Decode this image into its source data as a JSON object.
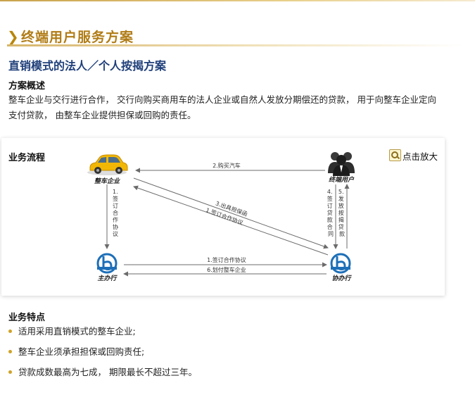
{
  "header": {
    "section_title": "终端用户服务方案"
  },
  "page": {
    "subtitle": "直销模式的法人／个人按揭方案",
    "overview_heading": "方案概述",
    "overview_text": "整车企业与交行进行合作， 交行向购买商用车的法人企业或自然人发放分期偿还的贷款， 用于向整车企业定向支付贷款， 由整车企业提供担保或回购的责任。"
  },
  "flow": {
    "heading": "业务流程",
    "zoom_label": "点击放大",
    "nodes": {
      "company": "整车企业",
      "end_user": "终端用户",
      "main_bank": "主办行",
      "co_bank": "协办行"
    },
    "edges": {
      "buy_car": "2.购买汽车",
      "company_main_vertical": [
        "1.",
        "签",
        "订",
        "合",
        "作",
        "协",
        "议"
      ],
      "guarantee": "3.出具担保函",
      "sign_coop_diag": "1.签订合作协议",
      "user_loan_contract": [
        "4.",
        "签",
        "订",
        "贷",
        "款",
        "合",
        "同"
      ],
      "user_mortgage_loan": [
        "5.",
        "发",
        "放",
        "按",
        "揭",
        "贷",
        "款"
      ],
      "sign_coop_bottom": "1.签订合作协议",
      "transfer": "6.划付整车企业"
    }
  },
  "features": {
    "heading": "业务特点",
    "items": [
      "适用采用直销模式的整车企业;",
      "整车企业须承担担保或回购责任;",
      "贷款成数最高为七成， 期限最长不超过三年。"
    ]
  },
  "colors": {
    "accent_gold": "#b07c16",
    "subtitle_blue": "#1f3f7a",
    "arrow_gray": "#6b6b6b",
    "bank_blue": "#1d6fb8",
    "car_yellow": "#f2b705"
  }
}
